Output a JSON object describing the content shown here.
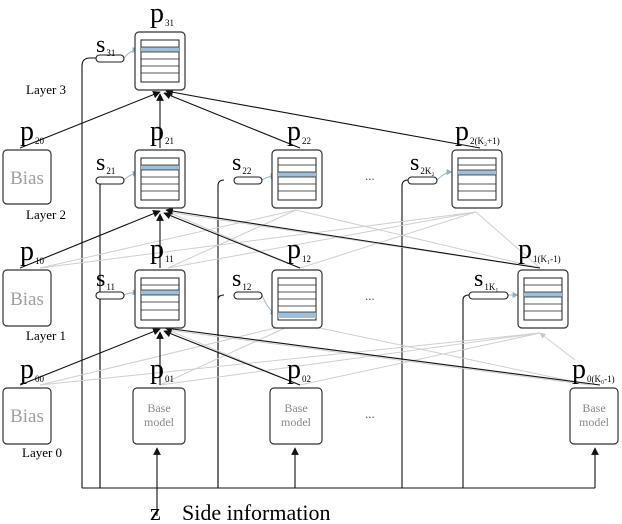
{
  "diagram": {
    "layer_labels": [
      "Layer 0",
      "Layer 1",
      "Layer 2",
      "Layer 3"
    ],
    "bias_label": "Bias",
    "base_model_label": [
      "Base",
      "model"
    ],
    "side_information": "Side information",
    "z_symbol": "z",
    "ellipsis": "...",
    "nodes": {
      "p31": {
        "main": "p",
        "sub": "31"
      },
      "p20": {
        "main": "p",
        "sub": "20"
      },
      "p21": {
        "main": "p",
        "sub": "21"
      },
      "p22": {
        "main": "p",
        "sub": "22"
      },
      "p2K2": {
        "main": "p",
        "sub": "2(K₂+1)"
      },
      "p10": {
        "main": "p",
        "sub": "10"
      },
      "p11": {
        "main": "p",
        "sub": "11"
      },
      "p12": {
        "main": "p",
        "sub": "12"
      },
      "p1K1": {
        "main": "p",
        "sub": "1(K₁-1)"
      },
      "p00": {
        "main": "p",
        "sub": "00"
      },
      "p01": {
        "main": "p",
        "sub": "01"
      },
      "p02": {
        "main": "p",
        "sub": "02"
      },
      "p0K0": {
        "main": "p",
        "sub": "0(K₀-1)"
      }
    },
    "gates": {
      "s31": {
        "main": "s",
        "sub": "31"
      },
      "s21": {
        "main": "s",
        "sub": "21"
      },
      "s22": {
        "main": "s",
        "sub": "22"
      },
      "s2K2": {
        "main": "s",
        "sub": "2K₂"
      },
      "s11": {
        "main": "s",
        "sub": "11"
      },
      "s12": {
        "main": "s",
        "sub": "12"
      },
      "s1K1": {
        "main": "s",
        "sub": "1K₁"
      }
    }
  }
}
